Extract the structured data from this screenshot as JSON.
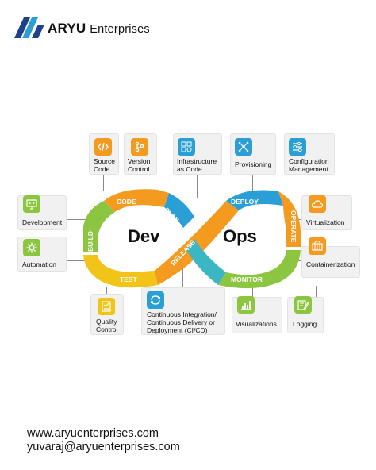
{
  "header": {
    "brand_bold": "ARYU",
    "brand_light": "Enterprises"
  },
  "diagram": {
    "dev": "Dev",
    "ops": "Ops",
    "stages": {
      "code": "CODE",
      "build": "BUILD",
      "test": "TEST",
      "plan": "PLAN",
      "release": "RELEASE",
      "deploy": "DEPLOY",
      "operate": "OPERATE",
      "monitor": "MONITOR"
    },
    "colors": {
      "orange": "#f39a1f",
      "blue": "#2a9fd6",
      "green": "#8cc640",
      "yellow": "#f2c418",
      "teal": "#3bb7c4"
    }
  },
  "cards": {
    "source_code": "Source\nCode",
    "version_control": "Version\nControl",
    "infrastructure_as_code": "Infrastructure\nas Code",
    "provisioning": "Provisioning",
    "configuration_management": "Configuration\nManagement",
    "development": "Development",
    "automation": "Automation",
    "virtualization": "Virtualization",
    "containerization": "Containerization",
    "quality_control": "Quality\nControl",
    "ci_cd": "Continuous Integration/\nContinuous Delivery or\nDeployment (CI/CD)",
    "visualizations": "Visualizations",
    "logging": "Logging"
  },
  "footer": {
    "website": "www.aryuenterprises.com",
    "email": "yuvaraj@aryuenterprises.com"
  }
}
